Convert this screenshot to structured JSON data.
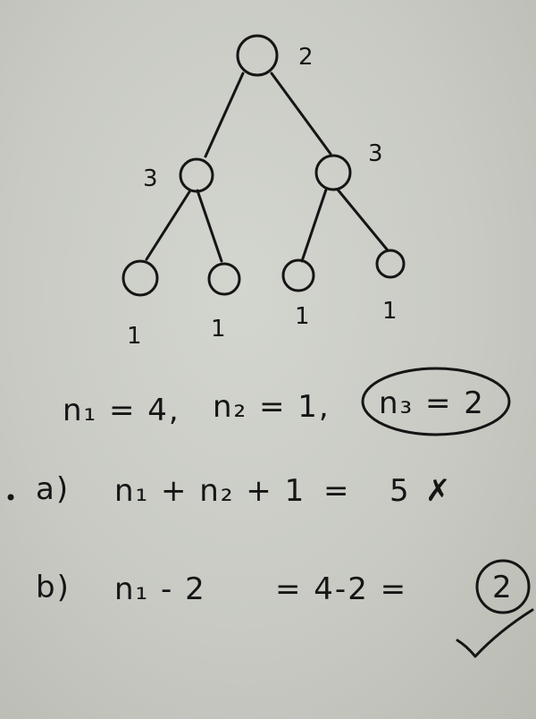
{
  "tree": {
    "root_label": "2",
    "left_child_label": "3",
    "right_child_label": "3",
    "leaf_labels": [
      "1",
      "1",
      "1",
      "1"
    ]
  },
  "equations": {
    "line1_part1": "n₁ = 4,",
    "line1_part2": "n₂ = 1,",
    "line1_circled": "n₃ = 2",
    "a_prefix": "a)",
    "a_expr": "n₁ + n₂ + 1",
    "a_eq": "=",
    "a_result": "5",
    "a_mark": "✗",
    "b_prefix": "b)",
    "b_expr": "n₁ - 2",
    "b_eq": "= 4-2 =",
    "b_result": "2",
    "b_mark": "✓"
  }
}
